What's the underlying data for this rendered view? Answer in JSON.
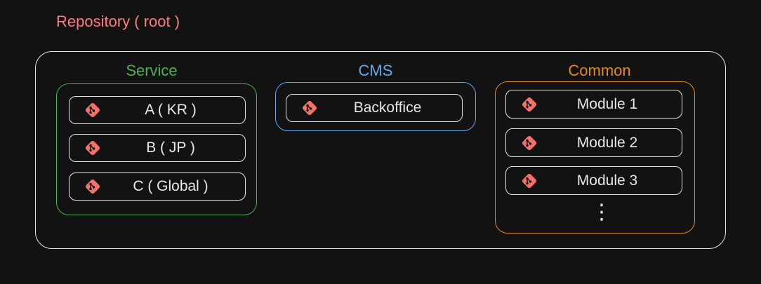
{
  "diagram": {
    "root_title": "Repository ( root )",
    "icon": "git-icon",
    "colors": {
      "root_title": "#ff7b7b",
      "service": "#4caf50",
      "cms": "#64a8e8",
      "common": "#e08a1e",
      "git_icon": "#f4716a",
      "item_border": "#e6e6e6"
    },
    "groups": {
      "service": {
        "title": "Service",
        "items": [
          "A ( KR )",
          "B ( JP )",
          "C ( Global )"
        ]
      },
      "cms": {
        "title": "CMS",
        "items": [
          "Backoffice"
        ]
      },
      "common": {
        "title": "Common",
        "items": [
          "Module 1",
          "Module 2",
          "Module 3"
        ],
        "more": "⋮"
      }
    }
  }
}
